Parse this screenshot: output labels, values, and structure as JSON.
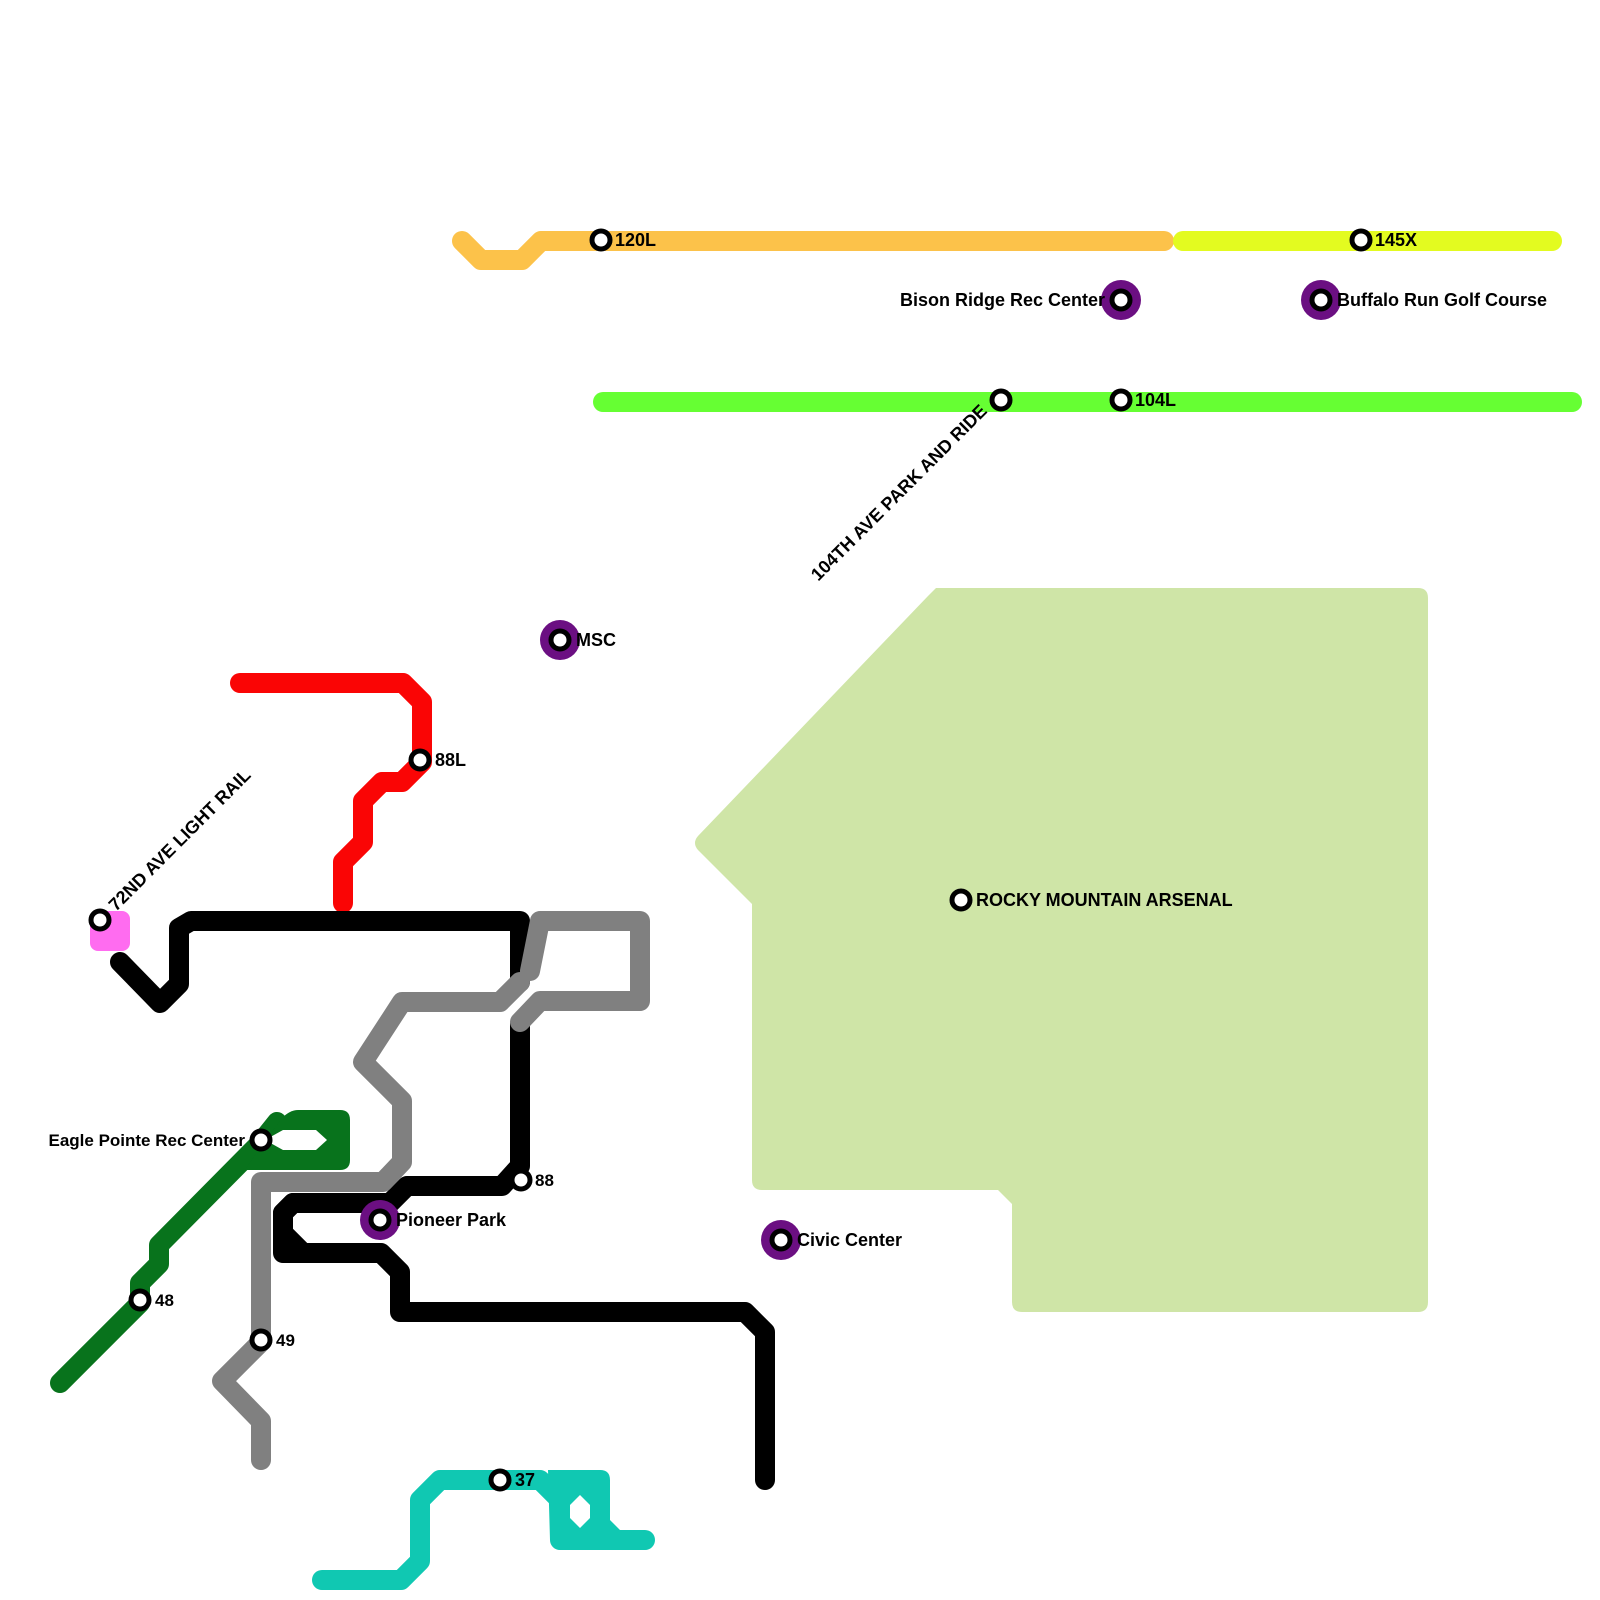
{
  "map": {
    "title": "Transit map",
    "park": {
      "name": "ROCKY MOUNTAIN ARSENAL",
      "color": "#cfe5a7"
    },
    "colors": {
      "interchange_ring": "#6b0f82",
      "station_fill": "#ffffff",
      "station_stroke": "#000000"
    },
    "routes": [
      {
        "id": "120L",
        "name": "120L",
        "color": "#fcc24a"
      },
      {
        "id": "145X",
        "name": "145X",
        "color": "#e3fb20"
      },
      {
        "id": "104L",
        "name": "104L",
        "color": "#66ff33"
      },
      {
        "id": "88L",
        "name": "88L",
        "color": "#fa0505"
      },
      {
        "id": "88",
        "name": "88",
        "color": "#000000"
      },
      {
        "id": "gray",
        "name": "49",
        "color": "#808080"
      },
      {
        "id": "48",
        "name": "48",
        "color": "#08731c"
      },
      {
        "id": "37",
        "name": "37",
        "color": "#10c8b2"
      },
      {
        "id": "pink",
        "name": "72nd Ave Light Rail",
        "color": "#ff6cf0"
      }
    ],
    "stations": {
      "s120L": "120L",
      "s145X": "145X",
      "bison": "Bison Ridge Rec Center",
      "buffalo": "Buffalo Run Golf Course",
      "park104": "104TH AVE PARK AND RIDE",
      "s104L": "104L",
      "msc": "MSC",
      "s88L": "88L",
      "lightrail72": "72ND AVE LIGHT RAIL",
      "rma": "ROCKY MOUNTAIN ARSENAL",
      "eagle": "Eagle Pointe Rec Center",
      "s88": "88",
      "pioneer": "Pioneer Park",
      "civic": "Civic Center",
      "s48": "48",
      "s49": "49",
      "s37": "37"
    }
  }
}
